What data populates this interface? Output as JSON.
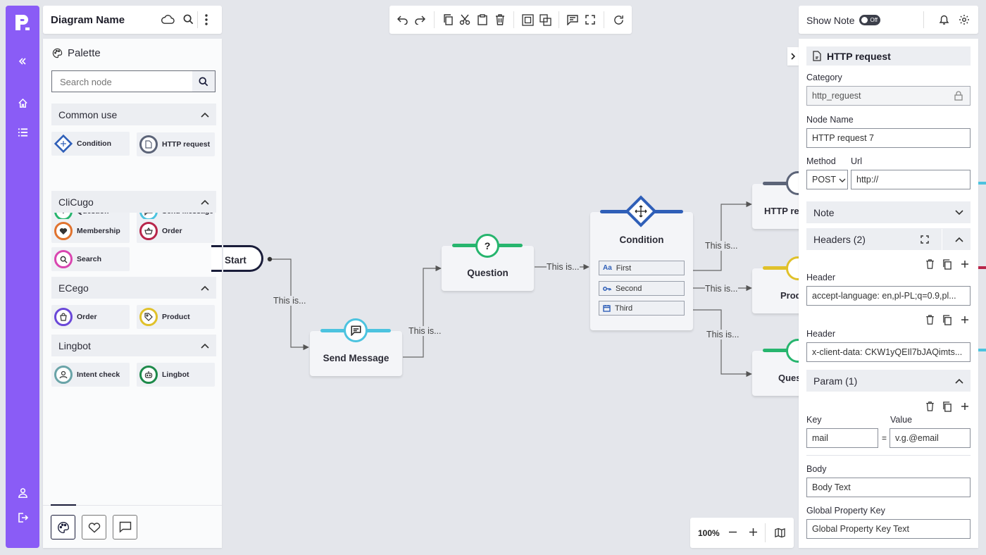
{
  "header": {
    "diagram_name": "Diagram Name"
  },
  "palette": {
    "title": "Palette",
    "search_placeholder": "Search node",
    "sections": [
      {
        "title": "Common use",
        "items": [
          "Condition",
          "HTTP request",
          "Question",
          "Send Message"
        ]
      },
      {
        "title": "CliCugo",
        "items": [
          "Membership",
          "Order",
          "Search"
        ]
      },
      {
        "title": "ECego",
        "items": [
          "Order",
          "Product"
        ]
      },
      {
        "title": "Lingbot",
        "items": [
          "Intent check",
          "Lingbot"
        ]
      }
    ]
  },
  "canvas": {
    "nodes": {
      "start": "Start",
      "send_message": "Send Message",
      "question": "Question",
      "condition": "Condition",
      "http_partial": "HTTP re",
      "product_partial": "Prod",
      "question_partial": "Ques"
    },
    "condition_cases": [
      "First",
      "Second",
      "Third"
    ],
    "edge_label": "This is...",
    "zoom": "100%"
  },
  "show_note": {
    "label": "Show Note",
    "toggle": "Off"
  },
  "properties": {
    "title": "HTTP request",
    "category_label": "Category",
    "category_value": "http_reguest",
    "node_name_label": "Node Name",
    "node_name_value": "HTTP request 7",
    "method_label": "Method",
    "method_value": "POST",
    "url_label": "Url",
    "url_value": "http://",
    "note_section": "Note",
    "headers_section": "Headers (2)",
    "header_label": "Header",
    "headers": [
      "accept-language: en,pl-PL;q=0.9,pl...",
      "x-client-data: CKW1yQEIl7bJAQimts..."
    ],
    "param_section": "Param (1)",
    "key_label": "Key",
    "value_label": "Value",
    "param_key": "mail",
    "param_eq": "=",
    "param_value": "v.g.@email",
    "body_label": "Body",
    "body_value": "Body Text",
    "global_key_label": "Global Property Key",
    "global_key_value": "Global Property Key Text"
  },
  "colors": {
    "rail": "#8a5cf6",
    "condition": "#2f5fb8",
    "question": "#27b56e",
    "message": "#4cc3df",
    "http": "#5c6478",
    "start": "#1a1d3a"
  }
}
